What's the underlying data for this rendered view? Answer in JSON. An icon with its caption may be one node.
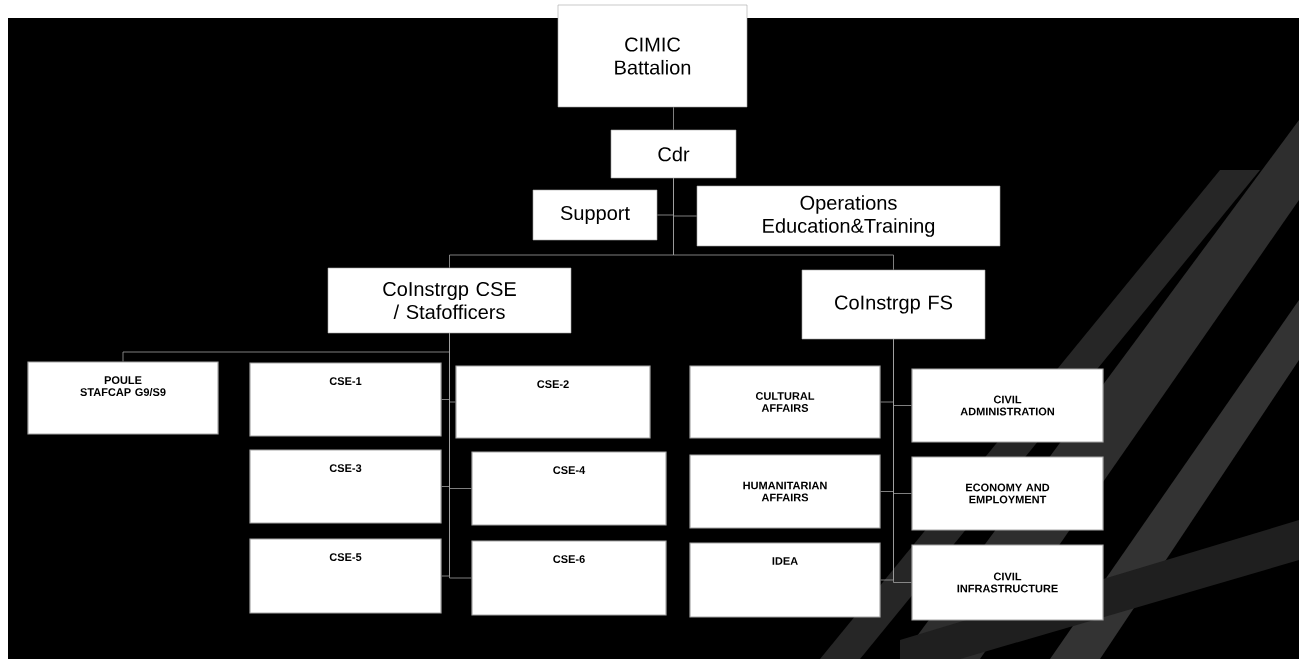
{
  "diagram": {
    "nodes": [
      {
        "text": [
          "CIMIC Battalion"
        ]
      },
      {
        "text": [
          "Cdr"
        ]
      },
      {
        "text": [
          "Support"
        ]
      },
      {
        "text": [
          "Operations Education&Training"
        ]
      },
      {
        "text": [
          "CoInstrgp CSE / Stafofficers"
        ]
      },
      {
        "text": [
          "CoInstrgp FS"
        ]
      },
      {
        "text": [
          "POULE STAFCAP G9/S9"
        ]
      },
      {
        "text": [
          "CSE-1"
        ]
      },
      {
        "text": [
          "CSE-2"
        ]
      },
      {
        "text": [
          "CSE-3"
        ]
      },
      {
        "text": [
          "CSE-4"
        ]
      },
      {
        "text": [
          "CSE-5"
        ]
      },
      {
        "text": [
          "CSE-6"
        ]
      },
      {
        "text": [
          "CULTURAL AFFAIRS"
        ]
      },
      {
        "text": [
          "CIVIL ADMINISTRATION"
        ]
      },
      {
        "text": [
          "HUMANITARIAN AFFAIRS"
        ]
      },
      {
        "text": [
          "ECONOMY AND EMPLOYMENT"
        ]
      },
      {
        "text": [
          "IDEA"
        ]
      },
      {
        "text": [
          "CIVIL INFRASTRUCTURE"
        ]
      }
    ],
    "edges": [
      {
        "from": 0,
        "to": 1,
        "arrow": "none"
      },
      {
        "from": 1,
        "to": 2,
        "arrow": "none"
      },
      {
        "from": 1,
        "to": 3,
        "arrow": "none"
      },
      {
        "from": 1,
        "to": 4,
        "arrow": "none"
      },
      {
        "from": 1,
        "to": 5,
        "arrow": "none"
      },
      {
        "from": 4,
        "to": 6,
        "arrow": "none"
      },
      {
        "from": 4,
        "to": 7,
        "arrow": "none"
      },
      {
        "from": 4,
        "to": 8,
        "arrow": "none"
      },
      {
        "from": 4,
        "to": 9,
        "arrow": "none"
      },
      {
        "from": 4,
        "to": 10,
        "arrow": "none"
      },
      {
        "from": 4,
        "to": 11,
        "arrow": "none"
      },
      {
        "from": 4,
        "to": 12,
        "arrow": "none"
      },
      {
        "from": 5,
        "to": 13,
        "arrow": "none"
      },
      {
        "from": 5,
        "to": 14,
        "arrow": "none"
      },
      {
        "from": 5,
        "to": 15,
        "arrow": "none"
      },
      {
        "from": 5,
        "to": 16,
        "arrow": "none"
      },
      {
        "from": 5,
        "to": 17,
        "arrow": "none"
      },
      {
        "from": 5,
        "to": 18,
        "arrow": "none"
      }
    ]
  }
}
